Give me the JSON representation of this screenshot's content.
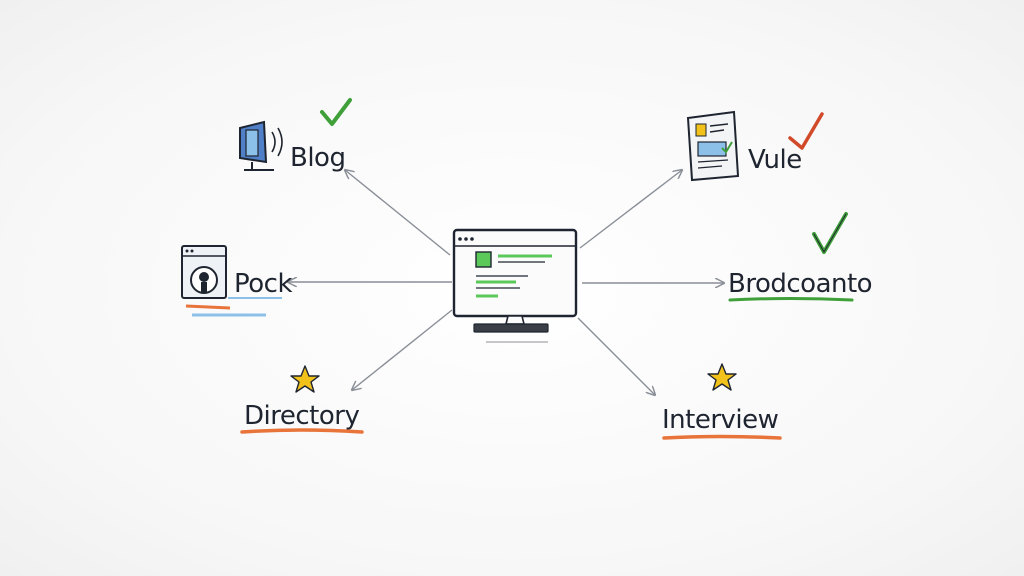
{
  "colors": {
    "ink": "#1f2530",
    "arrow": "#8a8f97",
    "green": "#3fa03a",
    "red": "#d14a2a",
    "orange": "#e8743a",
    "blue": "#8cc0e8",
    "yellow": "#f2c21a",
    "monitor_green": "#5ac95a"
  },
  "nodes": {
    "blog": {
      "label": "Blog",
      "mark": "check"
    },
    "pod": {
      "label": "Pock",
      "mark": "none"
    },
    "directory": {
      "label": "Directory",
      "mark": "star"
    },
    "vule": {
      "label": "Vule",
      "mark": "check"
    },
    "brodcoanto": {
      "label": "Brodcoanto",
      "mark": "check"
    },
    "interview": {
      "label": "Interview",
      "mark": "star"
    }
  },
  "center": {
    "icon": "computer-monitor-icon"
  }
}
